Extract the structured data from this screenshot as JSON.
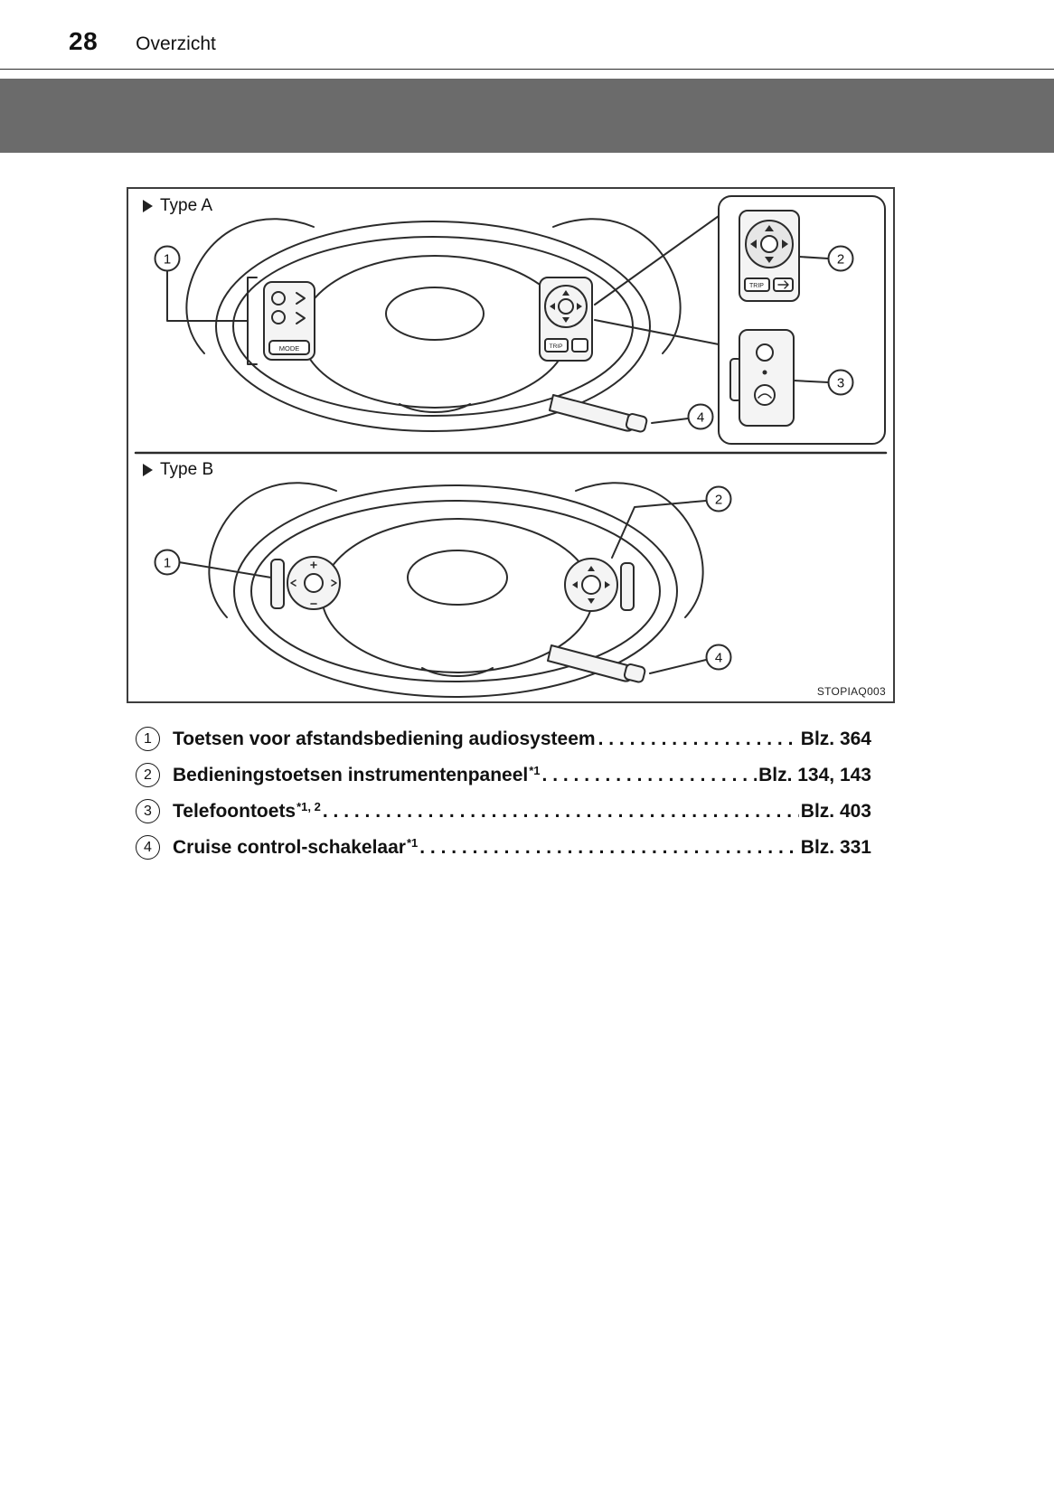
{
  "page": {
    "number": "28",
    "section": "Overzicht"
  },
  "colors": {
    "banner_gray": "#6b6b6b",
    "line_art": "#2b2b2b",
    "text": "#111111"
  },
  "figure": {
    "type_a_label": "Type A",
    "type_b_label": "Type B",
    "image_code": "STOPIAQ003",
    "labels": {
      "mode": "MODE",
      "trip": "TRIP"
    },
    "callouts": {
      "c1": "1",
      "c2": "2",
      "c3": "3",
      "c4": "4"
    }
  },
  "legend": {
    "items": [
      {
        "num": "1",
        "label": "Toetsen voor afstandsbediening audiosysteem",
        "sup": "",
        "dots": " . . . . . . . . . . . . . . . . . . . . . . . . . . . . . . . . . . . . . . . . . . . . . . . . . . . . . . . . . . . . . . . . . . . . . .",
        "page": "Blz. 364"
      },
      {
        "num": "2",
        "label": "Bedieningstoetsen instrumentenpaneel",
        "sup": "*1",
        "dots": " . . . . . . . . . . . . . . . . . . . . . . . . . . . . . . . . . . . . . . . . . . . . . . . . . . . . . . . . . . . . . . . . . . . . . .",
        "page": "Blz. 134, 143"
      },
      {
        "num": "3",
        "label": "Telefoontoets",
        "sup": "*1, 2",
        "dots": " . . . . . . . . . . . . . . . . . . . . . . . . . . . . . . . . . . . . . . . . . . . . . . . . . . . . . . . . . . . . . . . . . . . . . .",
        "page": "Blz. 403"
      },
      {
        "num": "4",
        "label": "Cruise control-schakelaar",
        "sup": "*1",
        "dots": " . . . . . . . . . . . . . . . . . . . . . . . . . . . . . . . . . . . . . . . . . . . . . . . . . . . . . . . . . . . . . . . . . . . . . .",
        "page": "Blz. 331"
      }
    ]
  }
}
